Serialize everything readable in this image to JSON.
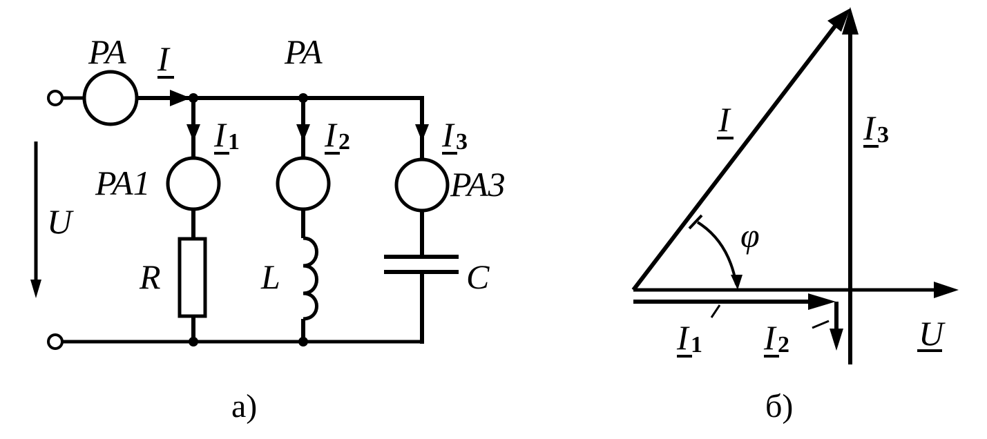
{
  "circuit": {
    "meter_main": "PA",
    "meter_top": "PA",
    "meter_1": "PA1",
    "meter_3": "PA3",
    "current_total": "I",
    "current_1": "I",
    "current_1_sub": "1",
    "current_2": "I",
    "current_2_sub": "2",
    "current_3": "I",
    "current_3_sub": "3",
    "voltage": "U",
    "resistor": "R",
    "inductor": "L",
    "capacitor": "C",
    "caption": "а)"
  },
  "phasor": {
    "current_total": "I",
    "current_1": "I",
    "current_1_sub": "1",
    "current_2": "I",
    "current_2_sub": "2",
    "current_3": "I",
    "current_3_sub": "3",
    "voltage": "U",
    "angle": "φ",
    "caption": "б)"
  }
}
